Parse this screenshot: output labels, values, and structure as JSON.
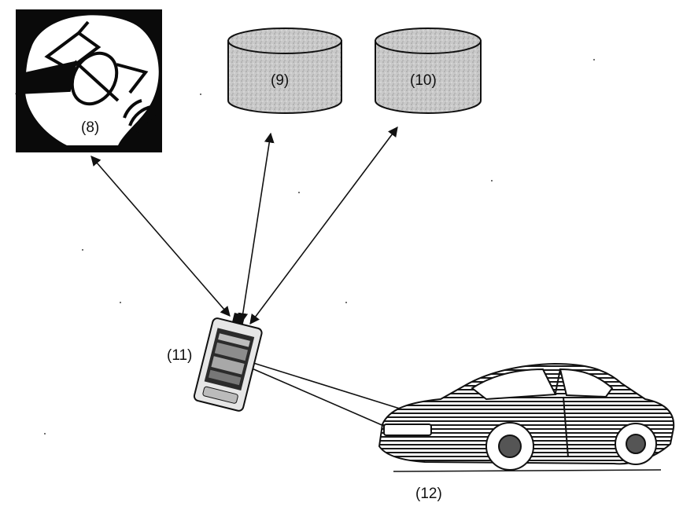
{
  "nodes": {
    "satellite": {
      "label": "(8)",
      "icon": "satellite-icon"
    },
    "database_a": {
      "label": "(9)",
      "icon": "database-icon"
    },
    "database_b": {
      "label": "(10)",
      "icon": "database-icon"
    },
    "handheld": {
      "label": "(11)",
      "icon": "pda-icon"
    },
    "vehicle": {
      "label": "(12)",
      "icon": "car-icon"
    }
  },
  "colors": {
    "ink": "#111111",
    "cylinder_fill": "#c9c9c9",
    "satellite_panel": "#0a0a0a"
  }
}
